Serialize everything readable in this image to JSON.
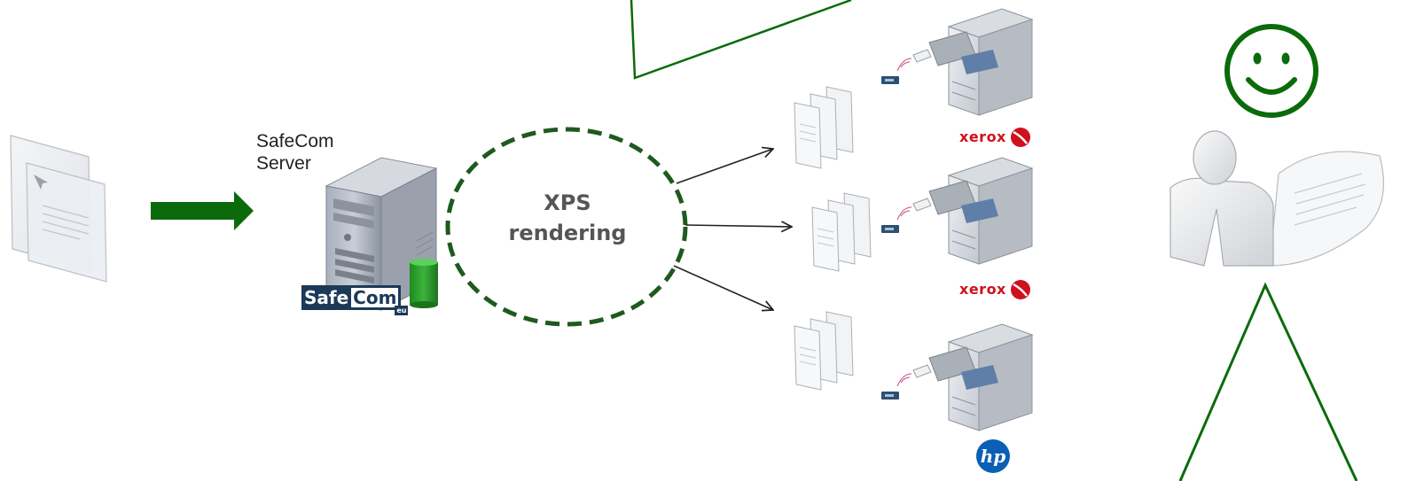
{
  "server": {
    "label_line1": "SafeCom",
    "label_line2": "Server"
  },
  "logo": {
    "safe": "Safe",
    "com": "Com",
    "eu": "eu"
  },
  "process": {
    "line1": "XPS",
    "line2": "rendering"
  },
  "printers": [
    {
      "brand": "xerox"
    },
    {
      "brand": "xerox"
    },
    {
      "brand": "hp"
    }
  ],
  "colors": {
    "accent_green": "#0b6b0b",
    "dashed_green": "#1e5a1e",
    "brand_navy": "#1c3a57",
    "xerox_red": "#d0101d",
    "hp_blue": "#0b5fb5"
  }
}
